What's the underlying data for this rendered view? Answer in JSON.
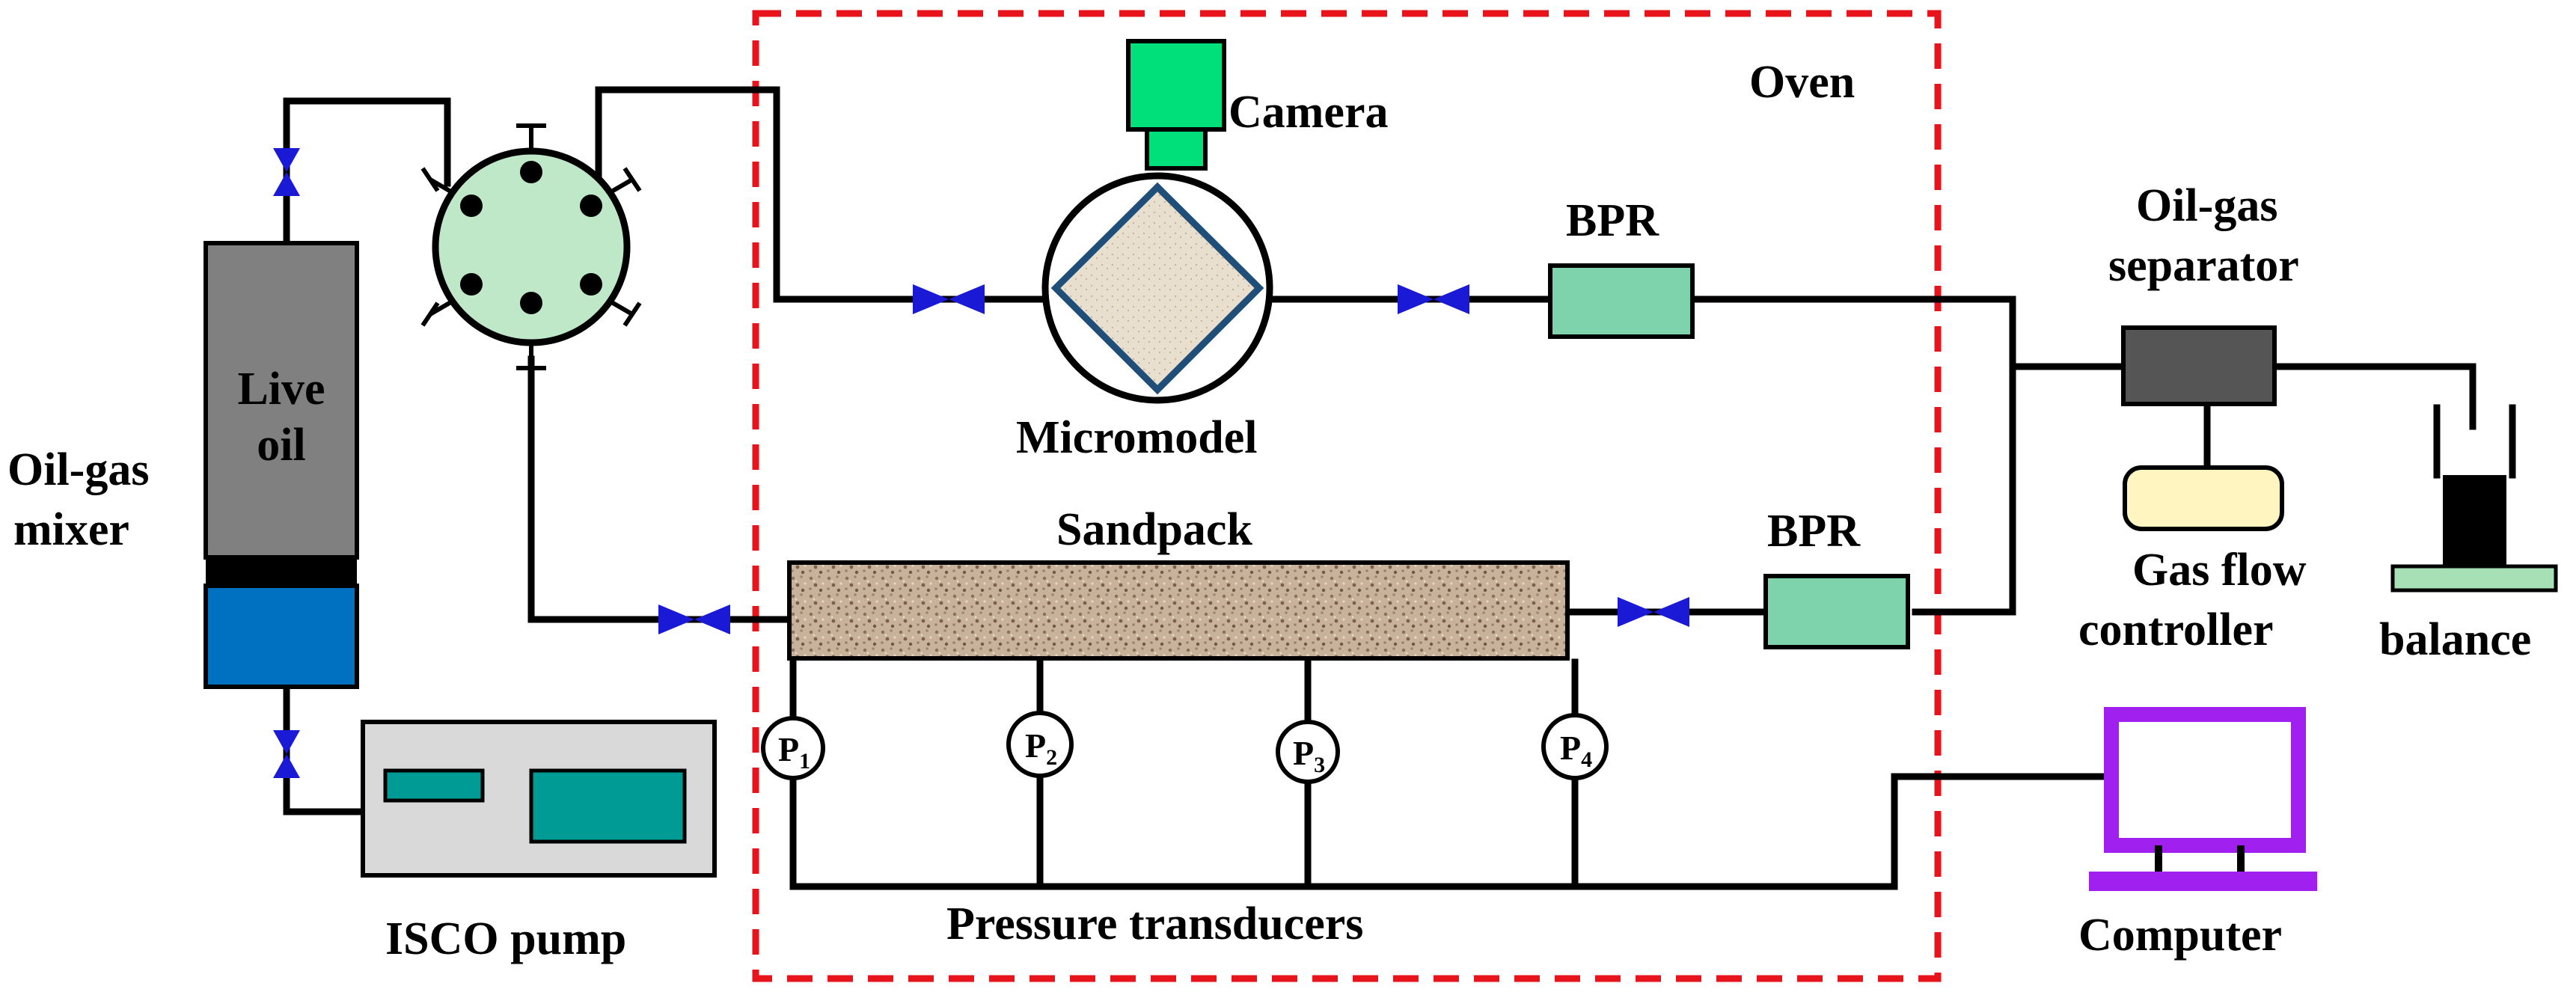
{
  "labels": {
    "oven": "Oven",
    "camera": "Camera",
    "micromodel": "Micromodel",
    "bpr_top": "BPR",
    "bpr_bottom": "BPR",
    "separator_line1": "Oil-gas",
    "separator_line2": "separator",
    "live_oil_line1": "Live",
    "live_oil_line2": "oil",
    "mixer_line1": "Oil-gas",
    "mixer_line2": "mixer",
    "sandpack": "Sandpack",
    "gas_flow_line1": "Gas flow",
    "gas_flow_line2": "controller",
    "balance": "balance",
    "isco_pump": "ISCO pump",
    "pressure_transducers": "Pressure transducers",
    "computer": "Computer",
    "transducers": [
      {
        "main": "P",
        "sub": "1"
      },
      {
        "main": "P",
        "sub": "2"
      },
      {
        "main": "P",
        "sub": "3"
      },
      {
        "main": "P",
        "sub": "4"
      }
    ]
  },
  "colors": {
    "oven_border": "#e8141c",
    "valve": "#1a1ad6",
    "camera": "#00e07a",
    "six_port_valve": "#bfe8c9",
    "micromodel_fill": "#e8ddc9",
    "micromodel_border": "#1f4e79",
    "bpr": "#7fd3ac",
    "separator": "#555555",
    "gas_flow_controller": "#fff5c0",
    "balance_base": "#a8e0b5",
    "balance_weight": "#000000",
    "cylinder_top": "#808080",
    "cylinder_bottom": "#0070c0",
    "isco_body": "#d9d9d9",
    "isco_panel": "#009b95",
    "computer": "#a020f0"
  },
  "icons": [
    "camera-icon",
    "six-port-valve-icon",
    "micromodel-icon",
    "bpr-icon",
    "separator-icon",
    "gas-flow-controller-icon",
    "balance-icon",
    "cylinder-icon",
    "isco-pump-icon",
    "computer-icon",
    "pressure-transducer-icon",
    "valve-icon"
  ]
}
